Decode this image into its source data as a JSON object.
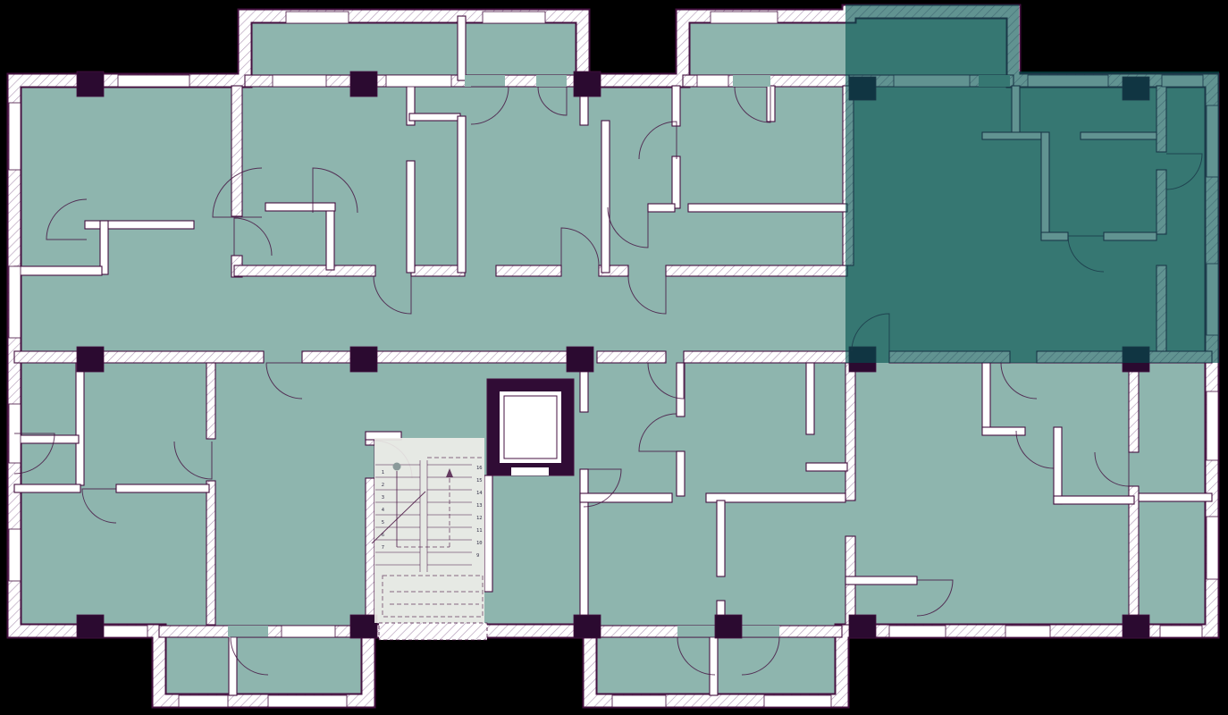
{
  "colors": {
    "background": "#000000",
    "floor": "#8eb5ae",
    "wall_fill": "#ffffff",
    "wall_stroke": "#451040",
    "hatch_line": "#b39cb8",
    "column": "#2b0a30",
    "elevator_wall": "#300c35",
    "highlight": "#00504d",
    "stair_text": "#343048",
    "stair_marker": "#8a9a9a",
    "stair_floor": "#f0eeea"
  },
  "stairs": {
    "left": [
      "1",
      "2",
      "3",
      "4",
      "5",
      "6",
      "7"
    ],
    "right": [
      "16",
      "15",
      "14",
      "13",
      "12",
      "11",
      "10",
      "9"
    ]
  }
}
